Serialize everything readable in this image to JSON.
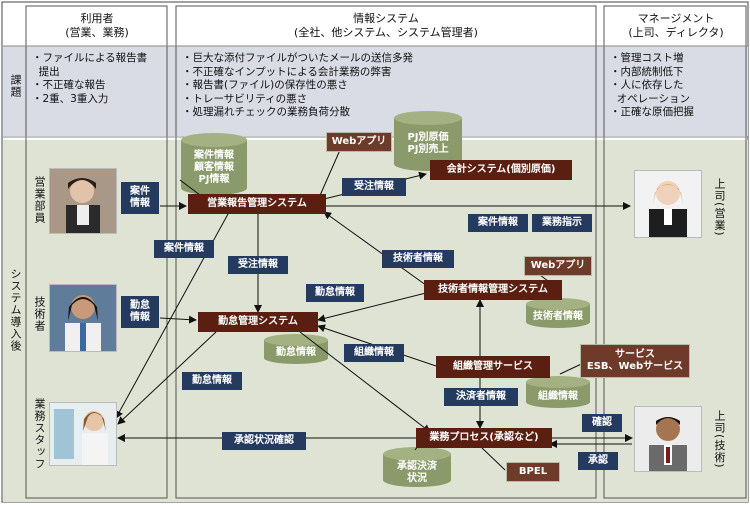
{
  "headers": {
    "users": "利用者\n(営業、業務)",
    "system": "情報システム\n(全社、他システム、システム管理者)",
    "management": "マネージメント\n(上司、ディレクタ)"
  },
  "rows": {
    "issues_label": "課題",
    "after_label": "システム導入後"
  },
  "issues": {
    "users": "・ファイルによる報告書\n  提出\n・不正確な報告\n・2重、3重入力",
    "system": "・巨大な添付ファイルがついたメールの送信多発\n・不正確なインプットによる会計業務の弊害\n・報告書(ファイル)の保存性の悪さ\n・トレーサビリティの悪さ\n・処理漏れチェックの業務負荷分散",
    "management": "・管理コスト増\n・内部統制低下\n・人に依存した\n  オペレーション\n・正確な原価把握"
  },
  "actors": {
    "sales": "営業部員",
    "engineer": "技術者",
    "staff": "業務スタッフ",
    "boss_sales": "上司(営業)",
    "boss_tech": "上司(技術)"
  },
  "systems": {
    "sales_report": "営業報告管理システム",
    "attendance": "勤怠管理システム",
    "accounting": "会計システム(個別原価)",
    "engineer_info": "技術者情報管理システム",
    "org_service": "組織管理サービス",
    "business_process": "業務プロセス(承認など)"
  },
  "stores": {
    "sales_db": "案件情報\n顧客情報\nPJ情報",
    "pj_db": "PJ別原価\nPJ別売上",
    "engineer_db": "技術者情報",
    "attendance_db": "勤怠情報",
    "org_db": "組織情報",
    "approval_db": "承認決済\n状況"
  },
  "tags": {
    "webapp1": "Webアプリ",
    "webapp2": "Webアプリ",
    "service": "サービス\nESB、Webサービス",
    "bpel": "BPEL"
  },
  "labels": {
    "case_info_sales": "案件\n情報",
    "attendance_info_eng": "勤怠\n情報",
    "order_info_1": "受注情報",
    "order_info_2": "受注情報",
    "case_info_left": "案件情報",
    "case_info_right": "案件情報",
    "business_instr": "業務指示",
    "engineer_info": "技術者情報",
    "attendance_info": "勤怠情報",
    "attendance_info_left": "勤怠情報",
    "org_info": "組織情報",
    "approver_info": "決済者情報",
    "approval_status": "承認状況確認",
    "confirm": "確認",
    "approve": "承認"
  }
}
